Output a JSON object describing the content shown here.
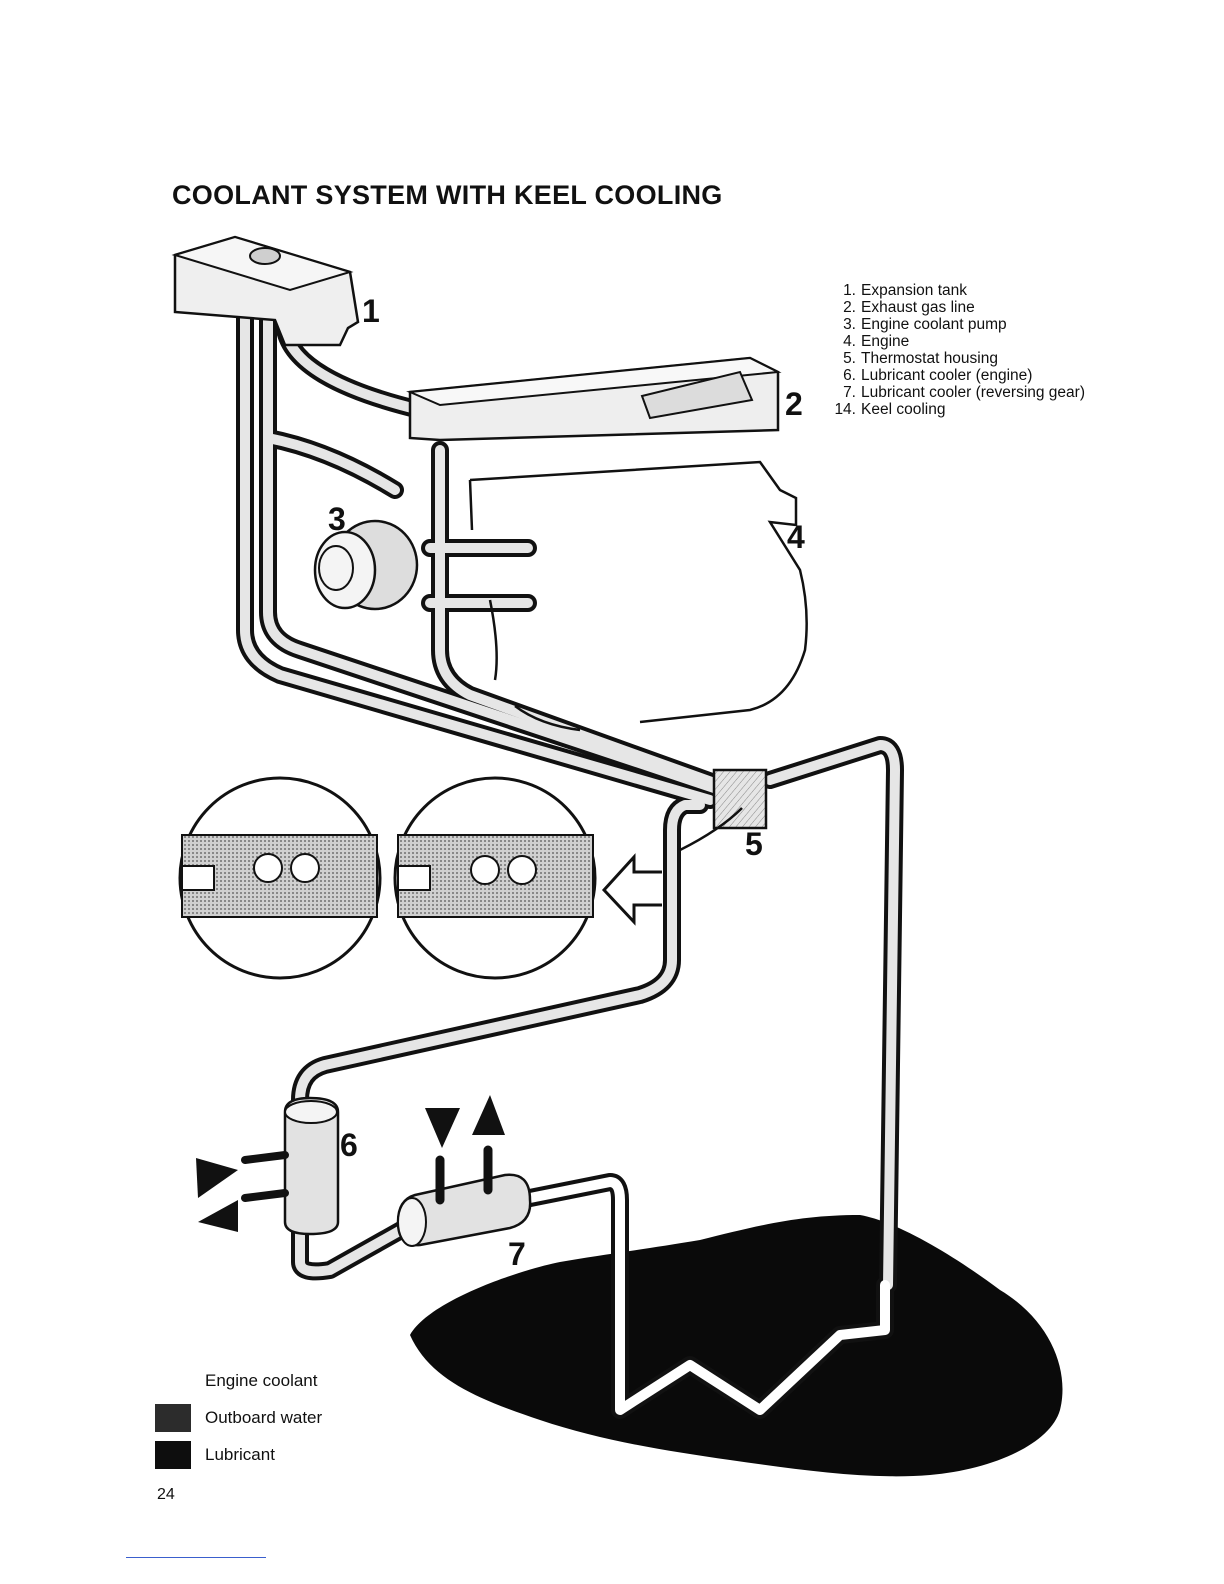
{
  "title": "COOLANT SYSTEM WITH KEEL COOLING",
  "components": [
    {
      "num": "1.",
      "label": "Expansion tank"
    },
    {
      "num": "2.",
      "label": "Exhaust gas line"
    },
    {
      "num": "3.",
      "label": "Engine coolant pump"
    },
    {
      "num": "4.",
      "label": "Engine"
    },
    {
      "num": "5.",
      "label": "Thermostat housing"
    },
    {
      "num": "6.",
      "label": "Lubricant cooler (engine)"
    },
    {
      "num": "7.",
      "label": "Lubricant cooler (reversing gear)"
    },
    {
      "num": "14.",
      "label": "Keel cooling"
    }
  ],
  "callouts": {
    "c1": "1",
    "c2": "2",
    "c3": "3",
    "c4": "4",
    "c5": "5",
    "c6": "6",
    "c7": "7"
  },
  "key": [
    {
      "label": "Engine coolant"
    },
    {
      "label": "Outboard water"
    },
    {
      "label": "Lubricant"
    }
  ],
  "page_number": "24",
  "colors": {
    "ink": "#111111",
    "pipe_fill": "#e4e4e4",
    "keel_water": "#0a0a0a"
  }
}
